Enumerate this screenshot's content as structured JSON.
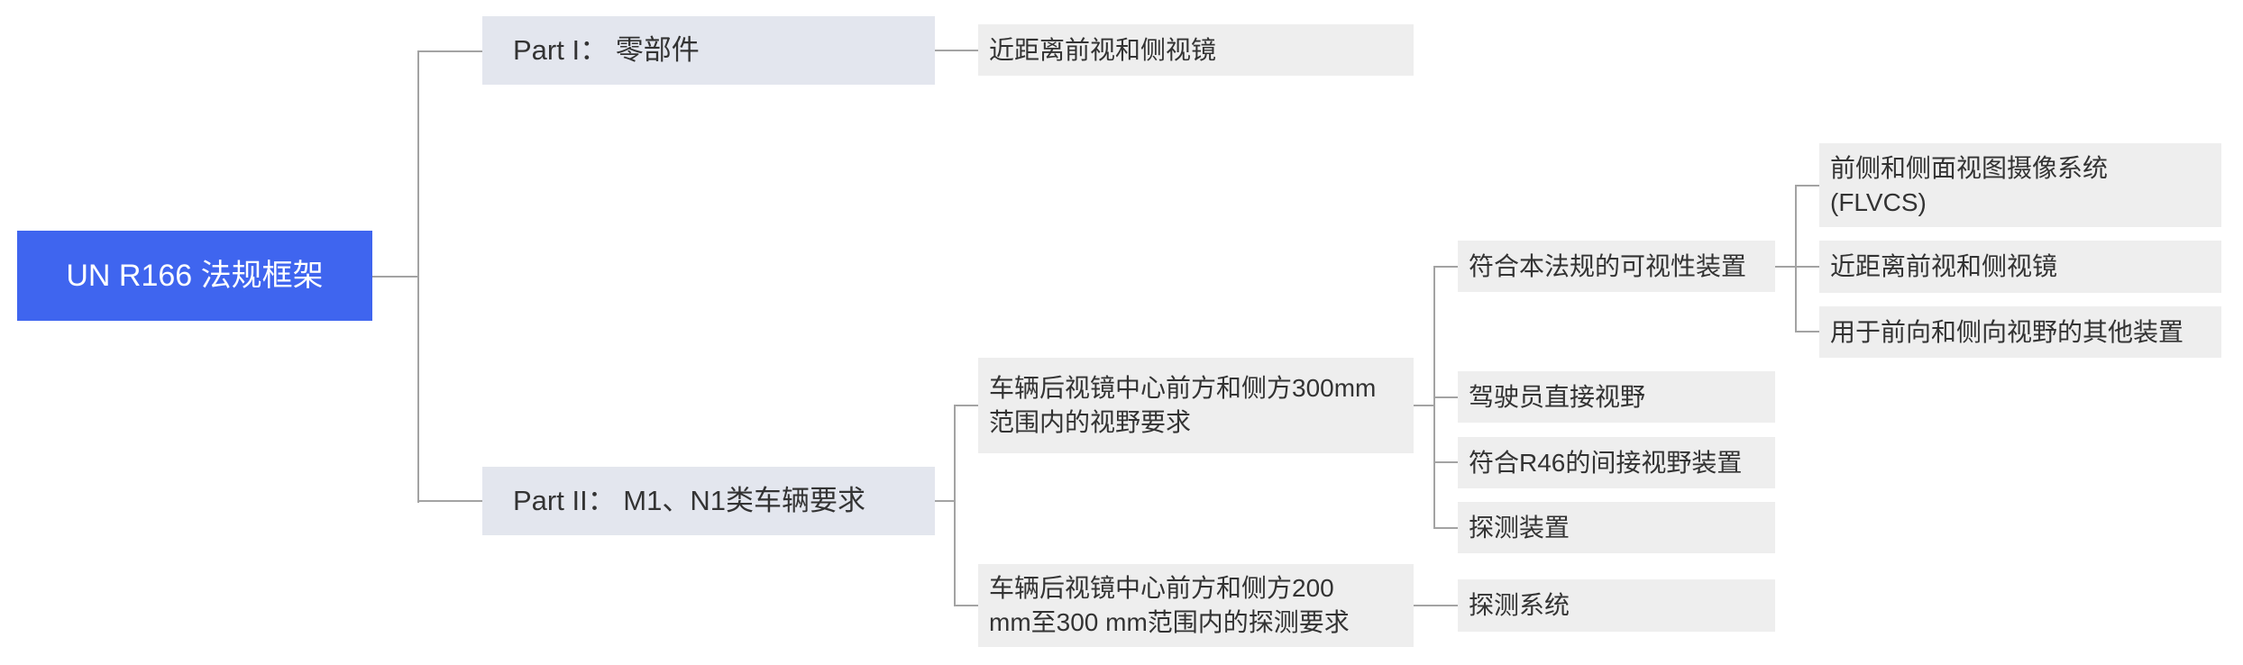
{
  "mindmap": {
    "root": {
      "label": "UN R166 法规框架",
      "color": "#3f65ef"
    },
    "parts": [
      {
        "label": "Part I： 零部件",
        "children": [
          {
            "label": "近距离前视和侧视镜"
          }
        ]
      },
      {
        "label": "Part II： M1、N1类车辆要求",
        "children": [
          {
            "label": "车辆后视镜中心前方和侧方300mm\n范围内的视野要求",
            "children": [
              {
                "label": "符合本法规的可视性装置",
                "children": [
                  {
                    "label": "前侧和侧面视图摄像系统\n(FLVCS)"
                  },
                  {
                    "label": "近距离前视和侧视镜"
                  },
                  {
                    "label": "用于前向和侧向视野的其他装置"
                  }
                ]
              },
              {
                "label": "驾驶员直接视野"
              },
              {
                "label": "符合R46的间接视野装置"
              },
              {
                "label": "探测装置"
              }
            ]
          },
          {
            "label": "车辆后视镜中心前方和侧方200\nmm至300 mm范围内的探测要求",
            "children": [
              {
                "label": "探测系统"
              }
            ]
          }
        ]
      }
    ]
  },
  "colors": {
    "root_bg": "#3f65ef",
    "level1_bg": "#e3e6ee",
    "leaf_bg": "#eeeeee",
    "connector": "#a3a3a3",
    "text": "#333333"
  }
}
